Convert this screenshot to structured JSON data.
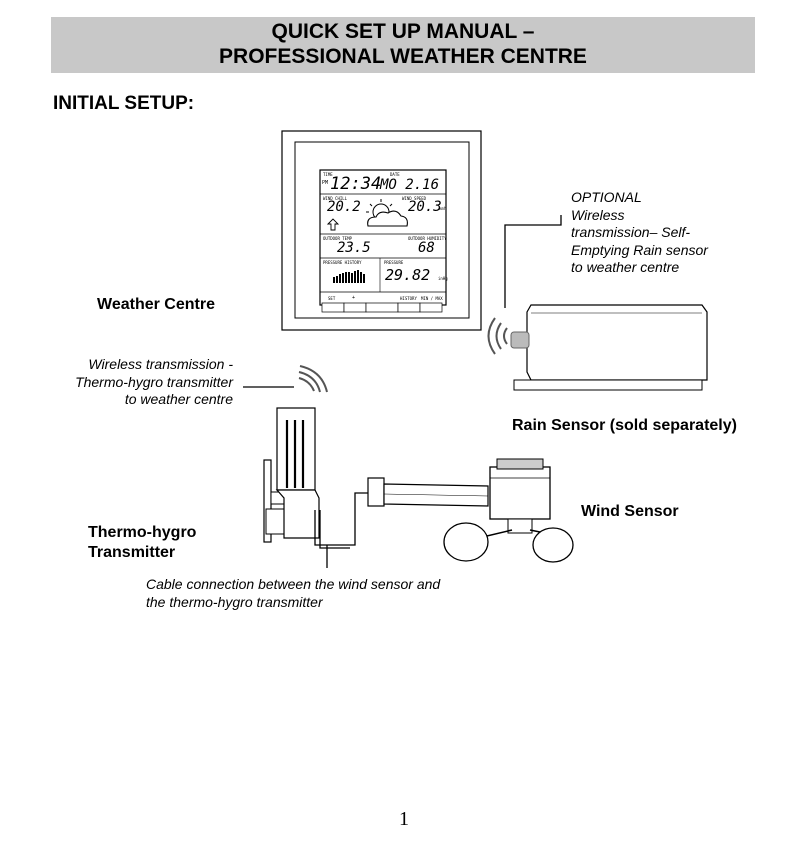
{
  "header": {
    "line1": "QUICK SET UP MANUAL –",
    "line2": "PROFESSIONAL WEATHER CENTRE"
  },
  "section_title": "INITIAL SETUP:",
  "labels": {
    "weather_centre": "Weather Centre",
    "optional": [
      "OPTIONAL",
      "Wireless",
      "transmission– Self-",
      "Emptying Rain sensor",
      "to weather centre"
    ],
    "wireless_thermo": [
      "Wireless transmission -",
      "Thermo-hygro transmitter",
      "to weather centre"
    ],
    "rain_sensor": "Rain Sensor (sold separately)",
    "wind_sensor": "Wind Sensor",
    "thermo_hygro": [
      "Thermo-hygro",
      "Transmitter"
    ],
    "cable": [
      "Cable connection between the wind sensor and",
      "the thermo-hygro transmitter"
    ]
  },
  "display": {
    "time_label": "TIME",
    "time_value": "12:34",
    "pm": "PM",
    "date_label": "DATE",
    "date_value": "MO  2.16",
    "wind_chill_label": "WIND CHILL",
    "wind_chill_value": "20.2",
    "wind_speed_label": "WIND SPEED",
    "wind_speed_value": "20.3",
    "wind_speed_unit": "kmh",
    "outdoor_temp_label": "OUTDOOR TEMP",
    "outdoor_temp_value": "23.5",
    "outdoor_humidity_label": "OUTDOOR HUMIDITY",
    "outdoor_humidity_value": "68",
    "pressure_history_label": "PRESSURE HISTORY",
    "pressure_label": "PRESSURE",
    "pressure_value": "29.82",
    "pressure_unit": "inHg",
    "buttons": [
      "SET",
      "+",
      "",
      "HISTORY",
      "MIN / MAX"
    ]
  },
  "page_number": "1"
}
